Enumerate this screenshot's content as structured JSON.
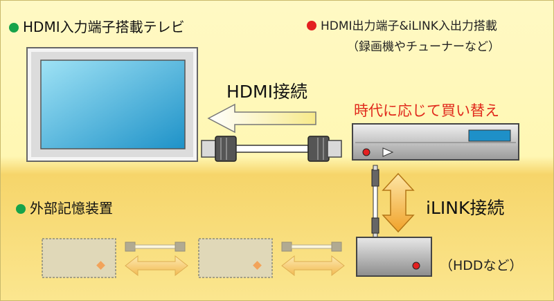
{
  "labels": {
    "tv_title": "HDMI入力端子搭載テレビ",
    "recorder_title": "HDMI出力端子&iLINK入出力搭載",
    "recorder_examples": "（録画機やチューナーなど）",
    "hdmi_connection": "HDMI接続",
    "replace_note": "時代に応じて買い替え",
    "external_storage": "外部記憶装置",
    "ilink_connection": "iLINK接続",
    "hdd_note": "（HDDなど）"
  },
  "colors": {
    "green_dot": "#17a34a",
    "red_dot": "#e32020",
    "background_upper": "#fff9c4",
    "background_lower": "#f6d56a",
    "screen_blue": "#2aa8d8",
    "arrow_orange": "#f3a32a"
  }
}
